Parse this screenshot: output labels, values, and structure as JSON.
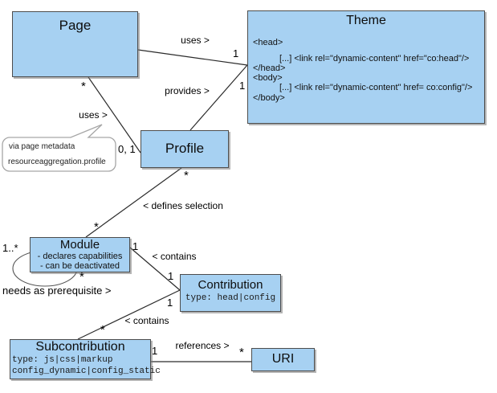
{
  "diagram": {
    "nodes": {
      "page": {
        "title": "Page"
      },
      "theme": {
        "title": "Theme",
        "code_lines": [
          "<head>",
          "[...] <link rel=\"dynamic-content\" href=\"co:head\"/>",
          "</head>",
          "<body>",
          "[...] <link rel=\"dynamic-content\" href= co:config\"/>",
          "</body>"
        ]
      },
      "profile": {
        "title": "Profile"
      },
      "module": {
        "title": "Module",
        "notes": [
          "- declares capabilities",
          "- can be deactivated"
        ]
      },
      "contribution": {
        "title": "Contribution",
        "type_line": "type: head|config"
      },
      "subcontribution": {
        "title": "Subcontribution",
        "type_lines": [
          "type: js|css|markup",
          "config_dynamic|config_static"
        ]
      },
      "uri": {
        "title": "URI"
      }
    },
    "associations": {
      "page_uses_theme": {
        "label": "uses >",
        "theme_mult": "1"
      },
      "profile_provides_theme": {
        "label": "provides >",
        "theme_mult": "1"
      },
      "page_uses_profile": {
        "label": "uses >",
        "page_mult": "*",
        "profile_mult": "0, 1"
      },
      "profile_defines_module": {
        "label": "< defines selection",
        "profile_mult": "*",
        "module_mult": "*"
      },
      "module_contains_contribution": {
        "label": "< contains",
        "module_mult": "1",
        "contribution_mult": "1"
      },
      "contribution_contains_subcontribution": {
        "label": "< contains",
        "contribution_mult": "1",
        "subcontribution_mult": "*"
      },
      "module_needs_module": {
        "label": "needs as prerequisite >",
        "source_mult": "1..*",
        "target_mult": "*"
      },
      "subcontribution_references_uri": {
        "label": "references >",
        "subcontribution_mult": "1",
        "uri_mult": "*"
      }
    },
    "note": {
      "line1": "via page metadata",
      "line2": "resourceaggregation.profile"
    },
    "colors": {
      "node_fill": "#a7d1f2",
      "node_border": "#4d4d4d",
      "line": "#2b2b2b",
      "note_border": "#a6a6a6"
    }
  }
}
